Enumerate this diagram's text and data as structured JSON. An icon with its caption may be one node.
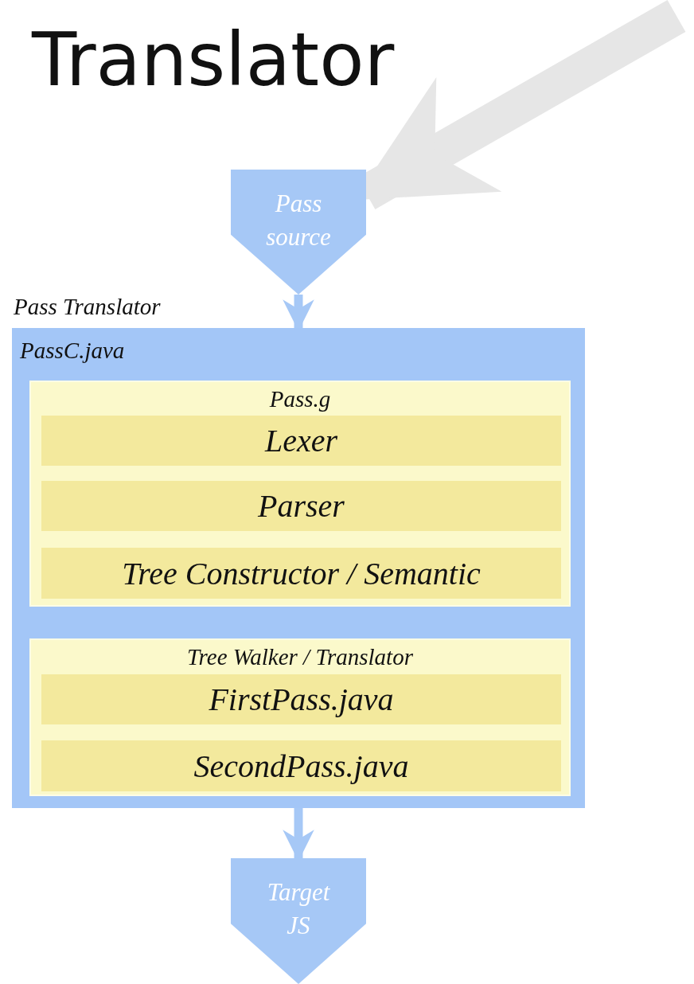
{
  "diagram": {
    "title": "Translator",
    "nodes": [
      {
        "text": [
          "Pass source"
        ]
      },
      {
        "text": [
          "Pass Translator",
          "PassC.java"
        ]
      },
      {
        "text": [
          "Pass.g"
        ],
        "in": 1
      },
      {
        "text": [
          "Lexer"
        ],
        "in": 2
      },
      {
        "text": [
          "Parser"
        ],
        "in": 2
      },
      {
        "text": [
          "Tree Constructor / Semantic"
        ],
        "in": 2
      },
      {
        "text": [
          "Tree Walker / Translator"
        ],
        "in": 1
      },
      {
        "text": [
          "FirstPass.java"
        ],
        "in": 6
      },
      {
        "text": [
          "SecondPass.java"
        ],
        "in": 6
      },
      {
        "text": [
          "Target JS"
        ]
      }
    ],
    "edges": [
      {
        "from": null,
        "to": 0,
        "arrow": "to",
        "style": "thick",
        "color": "#e6e6e6"
      },
      {
        "from": 0,
        "to": 1,
        "arrow": "to"
      },
      {
        "from": 1,
        "to": 9,
        "arrow": "to"
      }
    ]
  }
}
